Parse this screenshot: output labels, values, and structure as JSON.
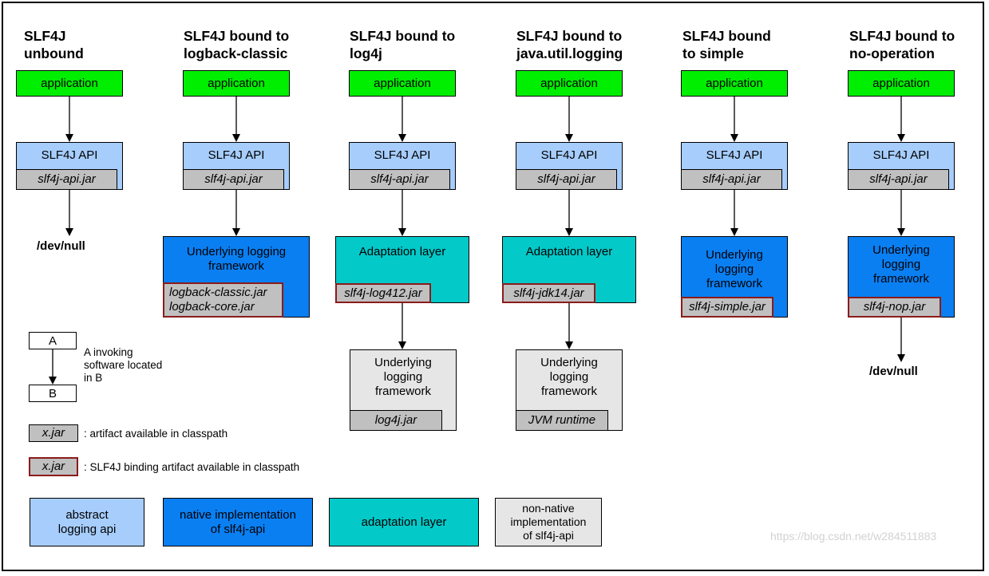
{
  "columns": [
    {
      "title": "SLF4J\nunbound",
      "app": "application",
      "api": "SLF4J API",
      "api_jar": "slf4j-api.jar",
      "devnull": "/dev/null"
    },
    {
      "title": "SLF4J bound to\nlogback-classic",
      "app": "application",
      "api": "SLF4J API",
      "api_jar": "slf4j-api.jar",
      "framework": "Underlying logging\nframework",
      "binding_jar": "logback-classic.jar\nlogback-core.jar"
    },
    {
      "title": "SLF4J bound to\nlog4j",
      "app": "application",
      "api": "SLF4J API",
      "api_jar": "slf4j-api.jar",
      "adaptation": "Adaptation layer",
      "binding_jar": "slf4j-log412.jar",
      "framework": "Underlying\nlogging\nframework",
      "framework_jar": "log4j.jar"
    },
    {
      "title": "SLF4J bound to\njava.util.logging",
      "app": "application",
      "api": "SLF4J API",
      "api_jar": "slf4j-api.jar",
      "adaptation": "Adaptation layer",
      "binding_jar": "slf4j-jdk14.jar",
      "framework": "Underlying\nlogging\nframework",
      "framework_jar": "JVM runtime"
    },
    {
      "title": "SLF4J bound\nto simple",
      "app": "application",
      "api": "SLF4J API",
      "api_jar": "slf4j-api.jar",
      "framework": "Underlying\nlogging\nframework",
      "binding_jar": "slf4j-simple.jar"
    },
    {
      "title": "SLF4J bound to\nno-operation",
      "app": "application",
      "api": "SLF4J API",
      "api_jar": "slf4j-api.jar",
      "framework": "Underlying\nlogging\nframework",
      "binding_jar": "slf4j-nop.jar",
      "devnull": "/dev/null"
    }
  ],
  "legend": {
    "box_a": "A",
    "box_b": "B",
    "invoke_text": "A invoking\nsoftware located\nin B",
    "jar_sample": "x.jar",
    "jar_text": ": artifact available in classpath",
    "binding_sample": "x.jar",
    "binding_text": ": SLF4J binding artifact available in classpath",
    "abstract": "abstract\nlogging api",
    "native": "native implementation\nof slf4j-api",
    "adaptation": "adaptation layer",
    "nonnative": "non-native\nimplementation\nof slf4j-api"
  },
  "colors": {
    "application": "#00ee00",
    "abstract_api": "#a6cdfc",
    "native_impl": "#0a7ff2",
    "adaptation": "#03c9c9",
    "non_native": "#e6e6e6",
    "jar": "#c0c0c0",
    "binding_border": "#8b1b1b"
  },
  "watermark": "https://blog.csdn.net/w284511883"
}
